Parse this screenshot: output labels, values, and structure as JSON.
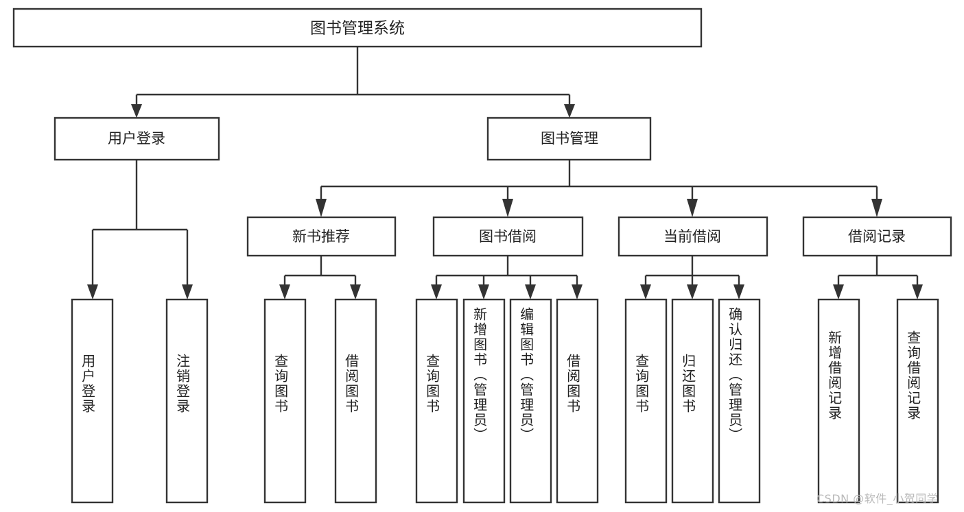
{
  "diagram": {
    "type": "tree-hierarchy",
    "title": "图书管理系统",
    "root": {
      "label": "图书管理系统",
      "children": [
        {
          "label": "用户登录",
          "children": [
            {
              "label": "用户登录"
            },
            {
              "label": "注销登录"
            }
          ]
        },
        {
          "label": "图书管理",
          "children": [
            {
              "label": "新书推荐",
              "children": [
                {
                  "label": "查询图书"
                },
                {
                  "label": "借阅图书"
                }
              ]
            },
            {
              "label": "图书借阅",
              "children": [
                {
                  "label": "查询图书"
                },
                {
                  "label": "新增图书（管理员）"
                },
                {
                  "label": "编辑图书（管理员）"
                },
                {
                  "label": "借阅图书"
                }
              ]
            },
            {
              "label": "当前借阅",
              "children": [
                {
                  "label": "查询图书"
                },
                {
                  "label": "归还图书"
                },
                {
                  "label": "确认归还（管理员）"
                }
              ]
            },
            {
              "label": "借阅记录",
              "children": [
                {
                  "label": "新增借阅记录"
                },
                {
                  "label": "查询借阅记录"
                }
              ]
            }
          ]
        }
      ]
    },
    "nodes": {
      "root": "图书管理系统",
      "user_login": "用户登录",
      "book_manage": "图书管理",
      "new_book_rec": "新书推荐",
      "book_borrow": "图书借阅",
      "current_borrow": "当前借阅",
      "borrow_record": "借阅记录",
      "leaf_user_login": "用户登录",
      "leaf_logout": "注销登录",
      "leaf_query_book_a": "查询图书",
      "leaf_borrow_book_a": "借阅图书",
      "leaf_query_book_b": "查询图书",
      "leaf_add_book": "新增图书（管理员）",
      "leaf_edit_book": "编辑图书（管理员）",
      "leaf_borrow_book_b": "借阅图书",
      "leaf_query_book_c": "查询图书",
      "leaf_return_book": "归还图书",
      "leaf_confirm_return": "确认归还（管理员）",
      "leaf_add_record": "新增借阅记录",
      "leaf_query_record": "查询借阅记录"
    },
    "colors": {
      "stroke": "#333333",
      "fill": "#ffffff",
      "text": "#222222",
      "watermark": "#b9b9b9"
    }
  },
  "watermark": {
    "text": "CSDN @软件_小贺同学"
  }
}
